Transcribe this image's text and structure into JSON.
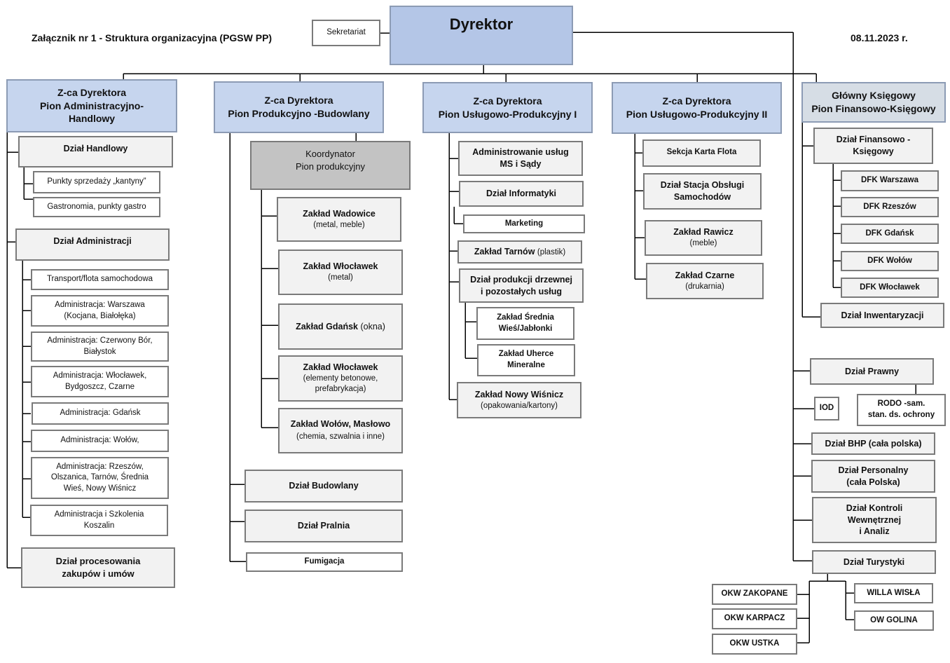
{
  "header": {
    "title": "Załącznik nr 1 - Struktura organizacyjna (PGSW PP)",
    "date": "08.11.2023 r."
  },
  "top": {
    "director": "Dyrektor",
    "secretariat": "Sekretariat"
  },
  "col1": {
    "head": [
      "Z-ca Dyrektora",
      "Pion Administracyjno-",
      "Handlowy"
    ],
    "handlowy": "Dział Handlowy",
    "handlowy_items": [
      "Punkty sprzedaży „kantyny”",
      "Gastronomia, punkty gastro"
    ],
    "administracji": "Dział Administracji",
    "admin_items": [
      [
        "Transport/flota samochodowa"
      ],
      [
        "Administracja: Warszawa",
        "(Kocjana, Białołęka)"
      ],
      [
        "Administracja: Czerwony Bór,",
        "Białystok"
      ],
      [
        "Administracja: Włocławek,",
        "Bydgoszcz, Czarne"
      ],
      [
        "Administracja: Gdańsk"
      ],
      [
        "Administracja: Wołów,"
      ],
      [
        "Administracja: Rzeszów,",
        "Olszanica, Tarnów, Średnia",
        "Wieś, Nowy Wiśnicz"
      ],
      [
        "Administracja i Szkolenia",
        "Koszalin"
      ]
    ],
    "procurement": [
      "Dział procesowania",
      "zakupów i umów"
    ]
  },
  "col2": {
    "head": [
      "Z-ca Dyrektora",
      "Pion Produkcyjno -Budowlany"
    ],
    "coordinator": [
      "Koordynator",
      "Pion produkcyjny"
    ],
    "plants": [
      {
        "name": "Zakład Wadowice",
        "detail": "(metal, meble)"
      },
      {
        "name": "Zakład Włocławek",
        "detail": "(metal)"
      },
      {
        "name": "Zakład Gdańsk",
        "detail": "(okna)"
      },
      {
        "name": "Zakład Włocławek",
        "detail": "(elementy betonowe, prefabrykacja)"
      },
      {
        "name": "Zakład Wołów, Masłowo",
        "detail": "(chemia, szwalnia i inne)"
      }
    ],
    "budowlany": "Dział Budowlany",
    "pralnia": "Dział Pralnia",
    "fumigacja": "Fumigacja"
  },
  "col3": {
    "head": [
      "Z-ca Dyrektora",
      "Pion Usługowo-Produkcyjny I"
    ],
    "admin_services": [
      "Administrowanie usług",
      "MS i Sądy"
    ],
    "it": "Dział Informatyki",
    "marketing": "Marketing",
    "tarnow": {
      "name": "Zakład Tarnów",
      "detail": "(plastik)"
    },
    "wood": [
      "Dział produkcji drzewnej",
      "i pozostałych usług"
    ],
    "srednia": [
      "Zakład Średnia",
      "Wieś/Jabłonki"
    ],
    "uherce": [
      "Zakład Uherce",
      "Mineralne"
    ],
    "wisnicz": {
      "name": "Zakład Nowy Wiśnicz",
      "detail": "(opakowania/kartony)"
    }
  },
  "col4": {
    "head": [
      "Z-ca Dyrektora",
      "Pion Usługowo-Produkcyjny II"
    ],
    "flota": "Sekcja Karta Flota",
    "stacja": [
      "Dział Stacja Obsługi",
      "Samochodów"
    ],
    "rawicz": {
      "name": "Zakład Rawicz",
      "detail": "(meble)"
    },
    "czarne": {
      "name": "Zakład Czarne",
      "detail": "(drukarnia)"
    }
  },
  "col5": {
    "head": [
      "Główny Księgowy",
      "Pion Finansowo-Księgowy"
    ],
    "finance": [
      "Dział Finansowo -",
      "Księgowy"
    ],
    "dfk": [
      "DFK Warszawa",
      "DFK Rzeszów",
      "DFK Gdańsk",
      "DFK Wołów",
      "DFK Włocławek"
    ],
    "inventory": "Dział Inwentaryzacji"
  },
  "right": {
    "legal": "Dział Prawny",
    "iod": "IOD",
    "rodo": [
      "RODO -sam.",
      "stan. ds. ochrony"
    ],
    "bhp": "Dział BHP (cała polska)",
    "hr": [
      "Dział Personalny",
      "(cała Polska)"
    ],
    "control": [
      "Dział Kontroli",
      "Wewnętrznej",
      "i Analiz"
    ],
    "tourism": "Dział Turystyki",
    "okw": [
      "OKW ZAKOPANE",
      "OKW KARPACZ",
      "OKW USTKA"
    ],
    "villas": [
      "WILLA WISŁA",
      "OW GOLINA"
    ]
  }
}
